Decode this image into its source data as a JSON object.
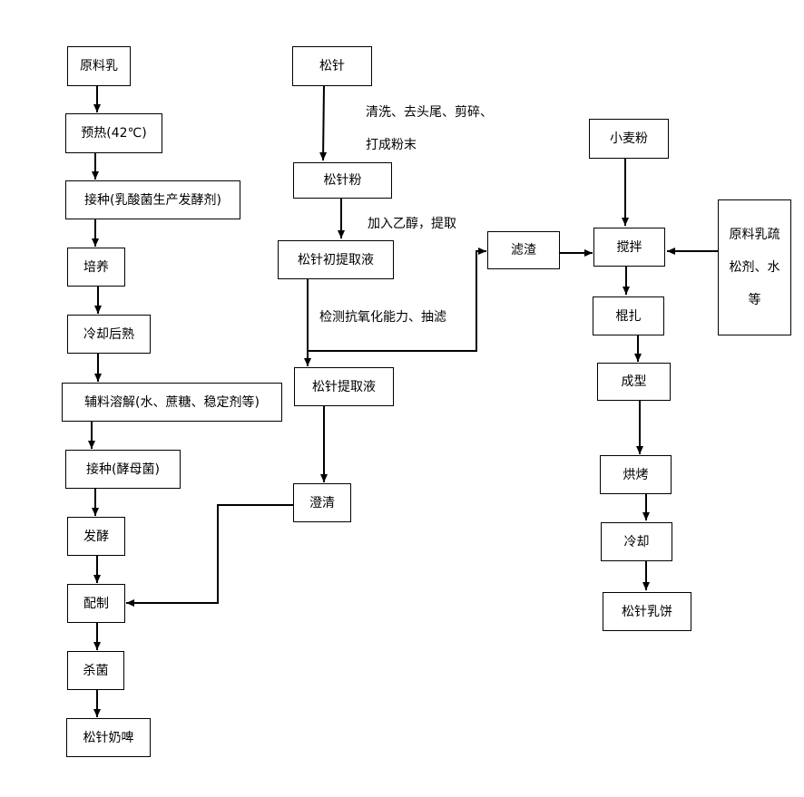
{
  "nodes": {
    "milk": "原料乳",
    "preheat": "预热(42℃)",
    "inoculate_lab": "接种(乳酸菌生产发酵剂)",
    "culture": "培养",
    "cool_ripen": "冷却后熟",
    "dissolve": "辅料溶解(水、蔗糖、稳定剂等)",
    "inoculate_yeast": "接种(酵母菌)",
    "ferment": "发酵",
    "blend": "配制",
    "sterilize": "杀菌",
    "pine_beer": "松针奶啤",
    "pine_needle": "松针",
    "pine_powder": "松针粉",
    "initial_extract": "松针初提取液",
    "extract": "松针提取液",
    "clarify": "澄清",
    "residue": "滤渣",
    "wheat_flour": "小麦粉",
    "stir": "搅拌",
    "side_inputs": "原料乳疏松剂、水等",
    "roll": "棍扎",
    "shape": "成型",
    "bake": "烘烤",
    "cool": "冷却",
    "pine_cake": "松针乳饼"
  },
  "notes": {
    "wash_1": "清洗、去头尾、剪碎、",
    "wash_2": "打成粉末",
    "ethanol": "加入乙醇，提取",
    "antioxidant": "检测抗氧化能力、抽滤"
  }
}
